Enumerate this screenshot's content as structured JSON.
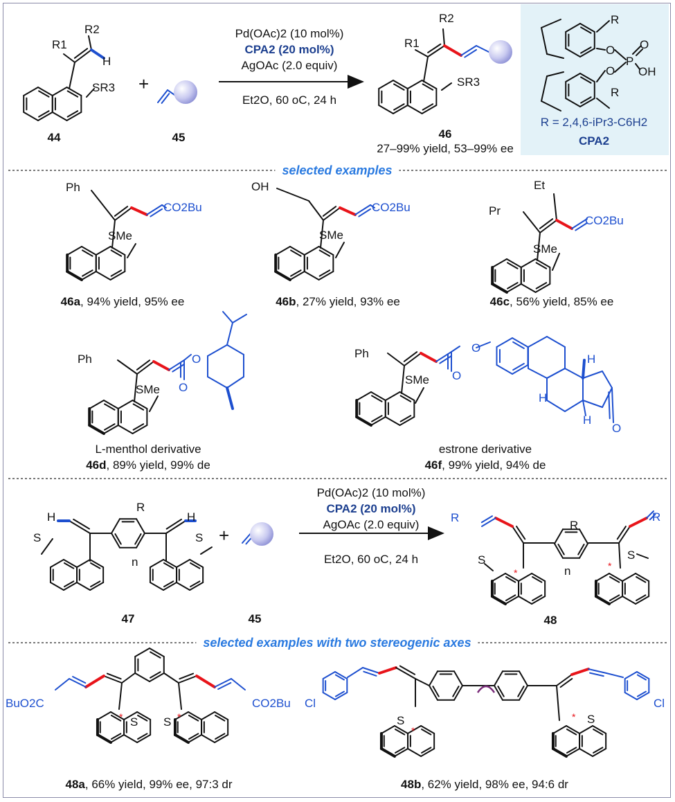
{
  "reaction1": {
    "conditions": [
      "Pd(OAc)2 (10 mol%)",
      "CPA2 (20 mol%)",
      "AgOAc (2.0 equiv)",
      "Et2O, 60 oC, 24 h"
    ],
    "substrate_label": "44",
    "alkene_label": "45",
    "product_label": "46",
    "result": "27–99% yield, 53–99% ee",
    "plus": "+",
    "sub_R1": "R1",
    "sub_R2": "R2",
    "sub_H": "H",
    "sub_SR3": "SR3"
  },
  "catalyst": {
    "R_def": "R = 2,4,6-iPr3-C6H2",
    "label": "CPA2",
    "R": "R",
    "O": "O",
    "P": "P",
    "OH": "OH"
  },
  "section1": "selected examples",
  "examples1": [
    {
      "id": "46a",
      "text": ", 94% yield, 95% ee",
      "sub": "Ph",
      "ester": "CO2Bu",
      "sme": "SMe"
    },
    {
      "id": "46b",
      "text": ", 27% yield, 93% ee",
      "sub": "OH",
      "ester": "CO2Bu",
      "sme": "SMe"
    },
    {
      "id": "46c",
      "text": ", 56% yield, 85% ee",
      "sub": "Pr",
      "sub2": "Et",
      "ester": "CO2Bu",
      "sme": "SMe"
    },
    {
      "id": "46d",
      "text": ", 89% yield, 99% de",
      "caption": "L-menthol derivative",
      "sub": "Ph",
      "sme": "SMe",
      "o": "O"
    },
    {
      "id": "46f",
      "text": ", 99% yield, 94% de",
      "caption": "estrone derivative",
      "sub": "Ph",
      "sme": "SMe",
      "o": "O",
      "h": "H"
    }
  ],
  "reaction2": {
    "conditions": [
      "Pd(OAc)2 (10 mol%)",
      "CPA2 (20 mol%)",
      "AgOAc (2.0 equiv)",
      "Et2O, 60 oC, 24 h"
    ],
    "substrate_label": "47",
    "alkene_label": "45",
    "product_label": "48",
    "plus": "+",
    "R": "R",
    "n": "n",
    "S": "S",
    "H": "H"
  },
  "section2": "selected examples with two stereogenic axes",
  "examples2": [
    {
      "id": "48a",
      "text": ", 66% yield, 99% ee, 97:3 dr",
      "ester": "BuO2C",
      "ester2": "CO2Bu",
      "s": "S"
    },
    {
      "id": "48b",
      "text": ", 62% yield, 98% ee, 94:6 dr",
      "cl": "Cl",
      "s": "S"
    }
  ],
  "colors": {
    "bond_red": "#e8141a",
    "bond_blue": "#1d4fcf",
    "accent": "#2a7ae0",
    "frame": "#8a8aa8",
    "box": "#e3f2f8"
  }
}
